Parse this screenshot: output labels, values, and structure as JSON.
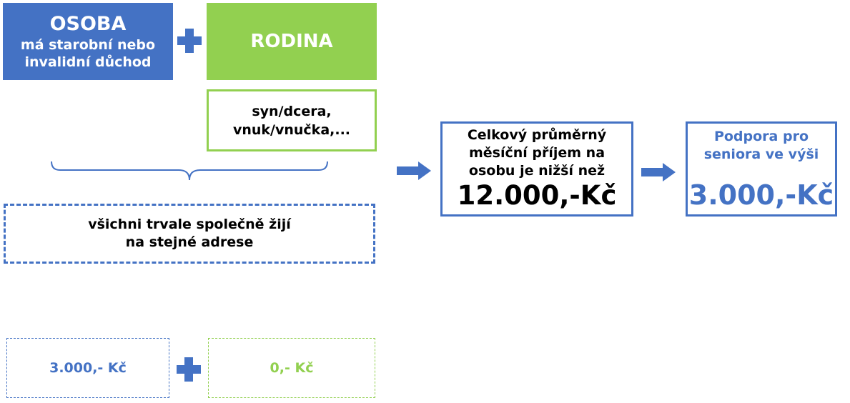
{
  "osoba": {
    "title": "OSOBA",
    "line1": "má starobní nebo",
    "line2": "invalidní důchod"
  },
  "rodina": {
    "title": "RODINA"
  },
  "family_members": {
    "line1": "syn/dcera,",
    "line2": "vnuk/vnučka,..."
  },
  "cohabitation": {
    "line1": "všichni trvale společně žijí",
    "line2": "na stejné adrese"
  },
  "income_condition": {
    "line1": "Celkový průměrný",
    "line2": "měsíční příjem na",
    "line3": "osobu je nižší než",
    "amount": "12.000,-Kč"
  },
  "support": {
    "line1": "Podpora pro",
    "line2": "seniora ve výši",
    "amount": "3.000,-Kč"
  },
  "breakdown": {
    "person_amount": "3.000,- Kč",
    "family_amount": "0,- Kč"
  },
  "colors": {
    "blue": "#4472c4",
    "green": "#92d050"
  },
  "icons": [
    "plus-icon",
    "right-arrow-icon",
    "brace-icon"
  ]
}
